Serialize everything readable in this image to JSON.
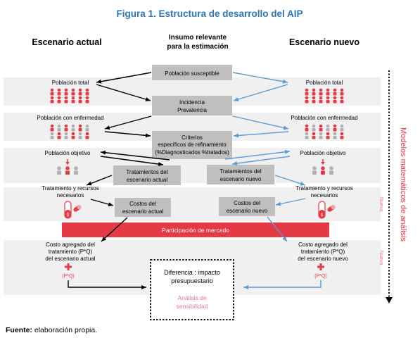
{
  "figure_title": "Figura 1. Estructura de desarrollo del AIP",
  "headers": {
    "left": "Escenario actual",
    "center_line1": "Insumo relevante",
    "center_line2": "para la estimación",
    "right": "Escenario nuevo"
  },
  "center_boxes": {
    "poblacion_susceptible": "Población susceptible",
    "incidencia_line1": "Incidencia",
    "incidencia_line2": "Prevalencia",
    "criterios_line1": "Criterios",
    "criterios_line2": "específicos de refinamiento",
    "criterios_line3": "(%Diagnosticados %tratados)",
    "trat_actual_line1": "Tratamientos del",
    "trat_actual_line2": "escenario actual",
    "trat_nuevo_line1": "Tratamientos del",
    "trat_nuevo_line2": "escenario nuevo",
    "costos_actual_line1": "Costos del",
    "costos_actual_line2": "escenario actual",
    "costos_nuevo_line1": "Costos del",
    "costos_nuevo_line2": "escenario nuevo",
    "participacion": "Participación de mercado"
  },
  "left_labels": {
    "poblacion_total": "Población total",
    "con_enfermedad": "Población con enfermedad",
    "objetivo": "Población objetivo",
    "tratamiento_line1": "Tratamiento y recursos",
    "tratamiento_line2": "necesarios",
    "costo_line1": "Costo agregado del",
    "costo_line2": "tratamiento (P*Q)",
    "costo_line3": "del escenario actual",
    "pq": "(P*Q)"
  },
  "right_labels": {
    "poblacion_total": "Población total",
    "con_enfermedad": "Población con enfermedad",
    "objetivo": "Población objetivo",
    "tratamiento_line1": "Tratamiento y recursos",
    "tratamiento_line2": "necesarios",
    "costo_line1": "Costo agregado del",
    "costo_line2": "tratamiento (P*Q)",
    "costo_line3": "del escenario nuevo",
    "pq": "(P*Q)"
  },
  "bottom_box": {
    "diferencia_line1": "Diferencia : impacto",
    "diferencia_line2": "presupuestario",
    "analisis_line1": "Análisis de",
    "analisis_line2": "sensibilidad"
  },
  "side_label": "Modelos matemáticos de análisis",
  "nueva_tag": "Nueva",
  "source_bold": "Fuente:",
  "source_text": " elaboración propia.",
  "colors": {
    "title_blue": "#2e75b6",
    "accent_red": "#e63946",
    "box_gray": "#bfbfbf",
    "band_gray": "#f0f0f0",
    "arrow_blue": "#5b9bd5",
    "pink_text": "#e8778a"
  }
}
